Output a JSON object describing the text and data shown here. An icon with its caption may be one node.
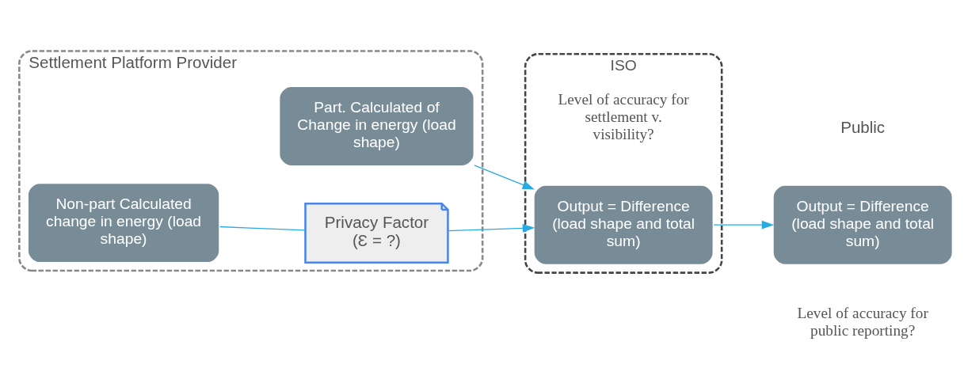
{
  "diagram": {
    "nodes": [
      {
        "text": [
          "Settlement Platform Provider"
        ]
      },
      {
        "text": [
          "Part. Calculated of Change in energy (load shape)"
        ],
        "in": 0
      },
      {
        "text": [
          "Non-part Calculated change in energy (load shape)"
        ],
        "in": 0
      },
      {
        "text": [
          "Privacy Factor",
          "(Ɛ = ?)"
        ],
        "in": 0
      },
      {
        "text": [
          "ISO"
        ]
      },
      {
        "text": [
          "Output = Difference (load shape and total sum)"
        ],
        "in": 4,
        "beside": [
          "Level of accuracy for settlement v. visibility?"
        ]
      },
      {
        "text": [
          "Output = Difference (load shape and total sum)"
        ],
        "beside": [
          "Level of accuracy for public reporting?"
        ]
      }
    ],
    "edges": [
      {
        "from": 1,
        "to": 5,
        "arrow": "to"
      },
      {
        "from": 2,
        "to": 3,
        "arrow": "none"
      },
      {
        "from": 3,
        "to": 5,
        "arrow": "to"
      },
      {
        "from": 5,
        "to": 6,
        "arrow": "to"
      }
    ],
    "labels": [
      "Public"
    ]
  }
}
